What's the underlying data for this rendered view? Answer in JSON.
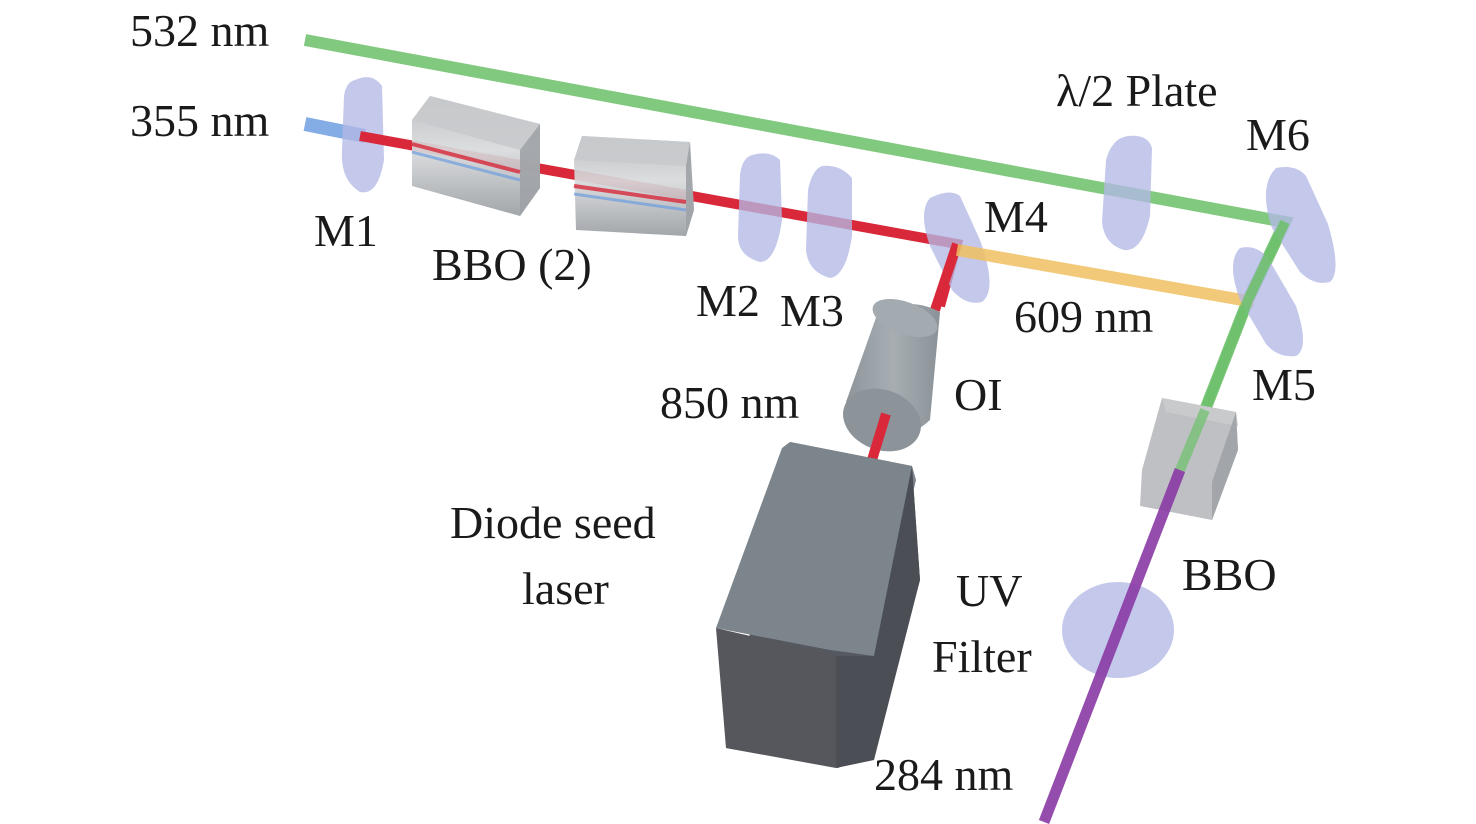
{
  "title": "Optical setup for 284 nm UV laser generation",
  "colors": {
    "beam_532": "#6cc06a",
    "beam_355": "#6e9ee0",
    "beam_850": "#d8283a",
    "beam_609": "#f0c060",
    "beam_284": "#8a3aa4",
    "optic": "#b4b8e6",
    "housing_dark": "#55585e",
    "housing_light": "#7c858c",
    "crystal": "#a9acb0"
  },
  "labels": {
    "wl_532": "532 nm",
    "wl_355": "355 nm",
    "m1": "M1",
    "bbo2": "BBO (2)",
    "m2": "M2",
    "m3": "M3",
    "m4": "M4",
    "half_wave": "λ/2 Plate",
    "m6": "M6",
    "wl_609": "609 nm",
    "m5": "M5",
    "wl_850": "850 nm",
    "oi": "OI",
    "diode_line1": "Diode seed",
    "diode_line2": "laser",
    "uv_line1": "UV",
    "uv_line2": "Filter",
    "bbo": "BBO",
    "wl_284": "284 nm"
  }
}
